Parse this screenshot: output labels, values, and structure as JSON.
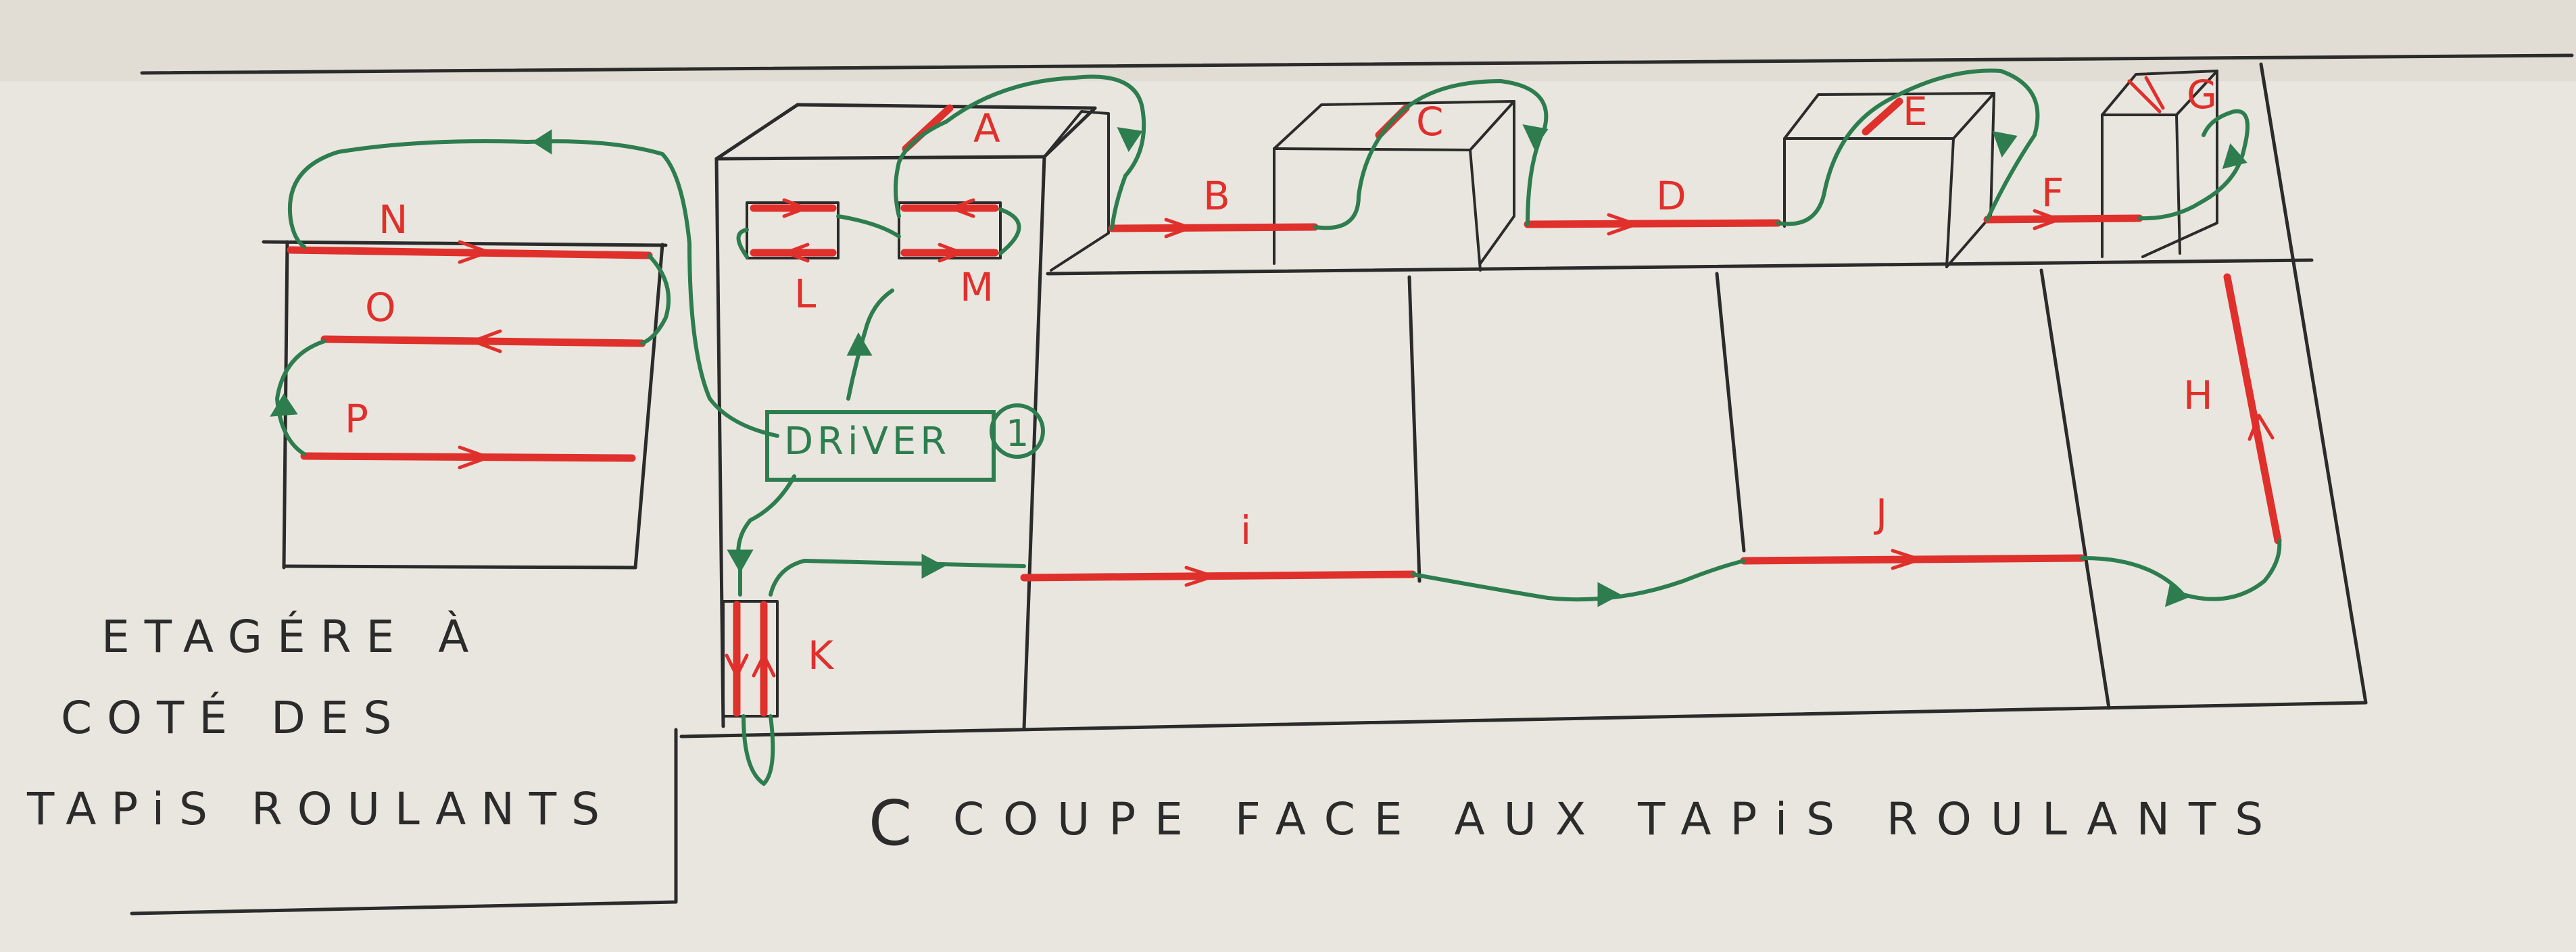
{
  "colors": {
    "paper": "#e9e6df",
    "ink": "#2b2b2b",
    "conveyor_red": "#e0302c",
    "path_green": "#2e7d4f"
  },
  "conveyor_labels": {
    "A": "A",
    "B": "B",
    "C": "C",
    "D": "D",
    "E": "E",
    "F": "F",
    "G": "G",
    "H": "H",
    "I": "i",
    "J": "J",
    "K": "K",
    "L": "L",
    "M": "M",
    "N": "N",
    "O": "O",
    "P": "P"
  },
  "driver": {
    "label": "DRiVER",
    "number": "1"
  },
  "captions": {
    "shelf": [
      "ETAGÉRE  À",
      "COTÉ    DES",
      "TAPiS   ROULANTS"
    ],
    "section": "COUPE  FACE  AUX  TAPiS  ROULANTS",
    "section_mark": "C"
  }
}
